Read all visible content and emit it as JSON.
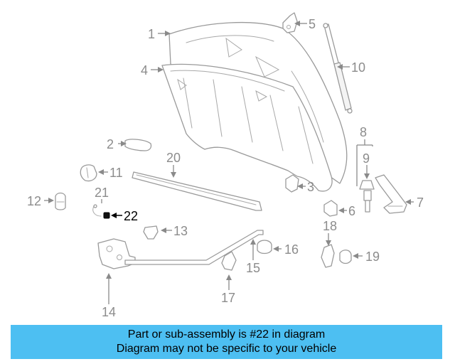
{
  "diagram": {
    "callouts": {
      "c1": "1",
      "c2": "2",
      "c3": "3",
      "c4": "4",
      "c5": "5",
      "c6": "6",
      "c7": "7",
      "c8": "8",
      "c9": "9",
      "c10": "10",
      "c11": "11",
      "c12": "12",
      "c13": "13",
      "c14": "14",
      "c15": "15",
      "c16": "16",
      "c17": "17",
      "c18": "18",
      "c19": "19",
      "c20": "20",
      "c21": "21",
      "c22": "22"
    },
    "highlighted_part": "22",
    "colors": {
      "parts": "#9a9a9a",
      "callouts": "#8c8c8c",
      "highlight": "#000000",
      "banner": "#4dbff2"
    }
  },
  "banner": {
    "line1": "Part or sub-assembly is #22 in diagram",
    "line2": "Diagram may not be specific to your vehicle"
  }
}
